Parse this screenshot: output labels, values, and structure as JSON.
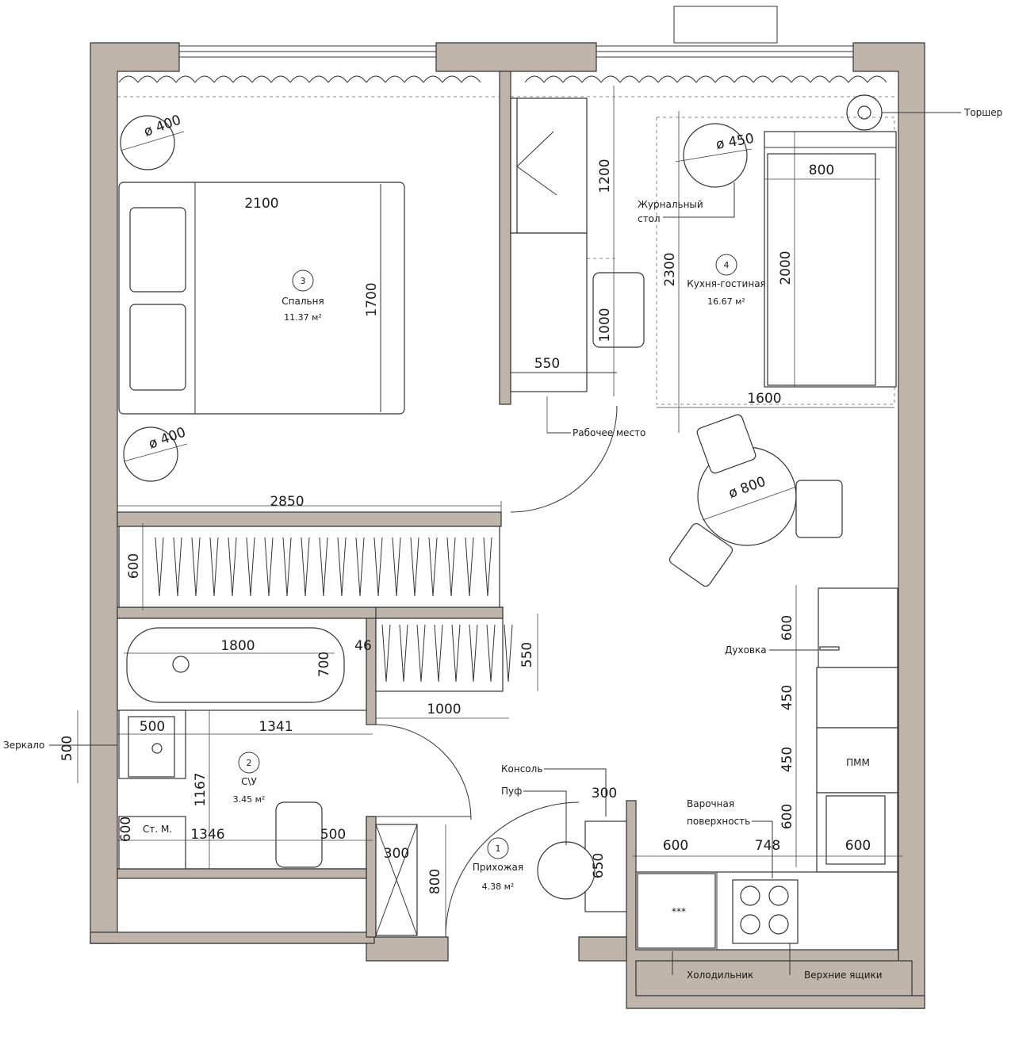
{
  "rooms": [
    {
      "num": "1",
      "name": "Прихожая",
      "area": "4.38 м²"
    },
    {
      "num": "2",
      "name": "С\\У",
      "area": "3.45 м²"
    },
    {
      "num": "3",
      "name": "Спальня",
      "area": "11.37 м²"
    },
    {
      "num": "4",
      "name": "Кухня-гостиная",
      "area": "16.67 м²"
    }
  ],
  "labels": {
    "torsher": "Торшер",
    "zhurnal_1": "Журнальный",
    "zhurnal_2": "стол",
    "work": "Рабочее место",
    "duhovka": "Духовка",
    "pmm": "ПММ",
    "konsol": "Консоль",
    "puf": "Пуф",
    "var_1": "Варочная",
    "var_2": "поверхность",
    "zerkalo": "Зеркало",
    "st_m": "Ст. М.",
    "holod": "Холодильник",
    "verh": "Верхние ящики",
    "stars": "***"
  },
  "dims": {
    "d_400a": "ø 400",
    "d_400b": "ø 400",
    "d_450": "ø 450",
    "d_800r": "ø 800",
    "d_2100": "2100",
    "d_1700": "1700",
    "d_2850": "2850",
    "d_600w": "600",
    "d_1200": "1200",
    "d_1000d": "1000",
    "d_550d": "550",
    "d_2300": "2300",
    "d_800s": "800",
    "d_2000": "2000",
    "d_1600": "1600",
    "d_1800": "1800",
    "d_700": "700",
    "d_46": "46",
    "d_550c": "550",
    "d_1000c": "1000",
    "d_500a": "500",
    "d_1341": "1341",
    "d_500m": "500",
    "d_1167": "1167",
    "d_600t": "600",
    "d_1346": "1346",
    "d_500t": "500",
    "d_300a": "300",
    "d_800h": "800",
    "d_300k": "300",
    "d_650": "650",
    "d_600k1": "600",
    "d_450k1": "450",
    "d_450k2": "450",
    "d_600k2": "600",
    "d_600b": "600",
    "d_748": "748",
    "d_600s": "600"
  }
}
